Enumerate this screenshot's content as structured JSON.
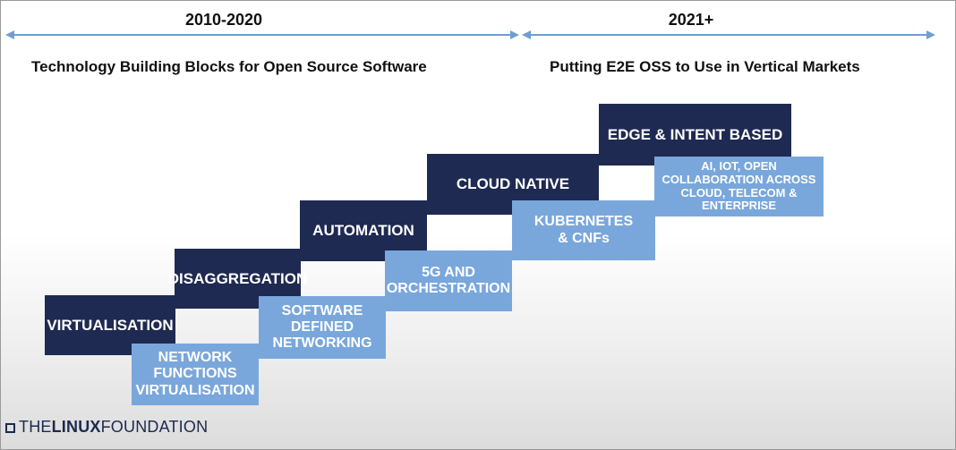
{
  "periods": [
    {
      "label": "2010-2020",
      "subtitle": "Technology Building Blocks for Open Source Software"
    },
    {
      "label": "2021+",
      "subtitle": "Putting E2E OSS to Use in Vertical Markets"
    }
  ],
  "dark_blocks": [
    {
      "label": "VIRTUALISATION"
    },
    {
      "label": "DISAGGREGATION"
    },
    {
      "label": "AUTOMATION"
    },
    {
      "label": "CLOUD NATIVE"
    },
    {
      "label": "EDGE & INTENT BASED"
    }
  ],
  "light_blocks": [
    {
      "label": "NETWORK\nFUNCTIONS\nVIRTUALISATION"
    },
    {
      "label": "SOFTWARE\nDEFINED\nNETWORKING"
    },
    {
      "label": "5G AND\nORCHESTRATION"
    },
    {
      "label": "KUBERNETES\n& CNFs"
    },
    {
      "label": "AI, IOT, OPEN\nCOLLABORATION ACROSS\nCLOUD, TELECOM &\nENTERPRISE"
    }
  ],
  "footer": {
    "prefix": "THE",
    "bold": "LINUX",
    "suffix": "FOUNDATION"
  },
  "colors": {
    "dark_block": "#1f2a52",
    "light_block": "#79a7dc",
    "arrow": "#6f9fd0"
  }
}
